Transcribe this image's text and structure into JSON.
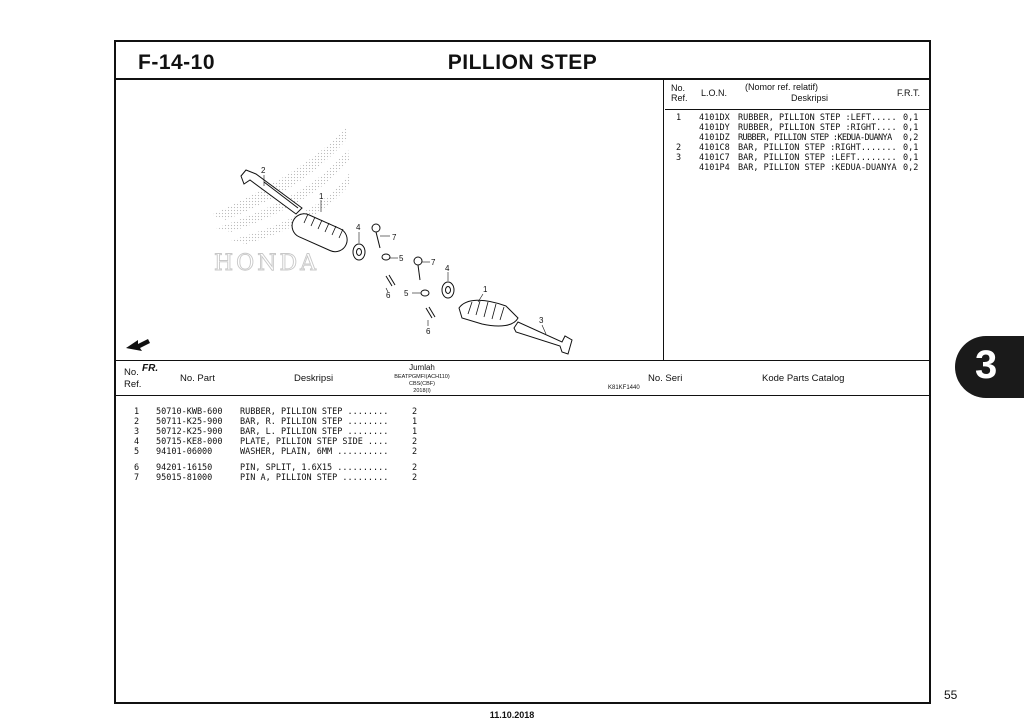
{
  "header": {
    "code": "F-14-10",
    "title": "PILLION STEP"
  },
  "diagram": {
    "brand_watermark": "HONDA",
    "fr_label": "FR.",
    "figure_ref": "K81KF1440",
    "callouts": [
      "2",
      "1",
      "4",
      "7",
      "5",
      "7",
      "4",
      "6",
      "5",
      "1",
      "6",
      "3"
    ]
  },
  "lon_table": {
    "headers": {
      "no": "No.",
      "ref": "Ref.",
      "lon": "L.O.N.",
      "nomor": "(Nomor ref. relatif)",
      "deskripsi": "Deskripsi",
      "frt": "F.R.T."
    },
    "rows": [
      {
        "ref": "1",
        "code": "4101DX",
        "desc": "RUBBER, PILLION STEP :LEFT.....",
        "frt": "0,1"
      },
      {
        "ref": "",
        "code": "4101DY",
        "desc": "RUBBER, PILLION STEP :RIGHT....",
        "frt": "0,1"
      },
      {
        "ref": "",
        "code": "4101DZ",
        "desc": "RUBBER, PILLION STEP :KEDUA-DUANYA",
        "frt": "0,2"
      },
      {
        "ref": "2",
        "code": "4101C8",
        "desc": "BAR, PILLION STEP :RIGHT.......",
        "frt": "0,1"
      },
      {
        "ref": "3",
        "code": "4101C7",
        "desc": "BAR, PILLION STEP :LEFT........",
        "frt": "0,1"
      },
      {
        "ref": "",
        "code": "4101P4",
        "desc": "BAR, PILLION STEP :KEDUA-DUANYA",
        "frt": "0,2"
      }
    ]
  },
  "parts_table": {
    "headers": {
      "no": "No.",
      "ref": "Ref.",
      "part": "No. Part",
      "desc": "Deskripsi",
      "jumlah": "Jumlah",
      "model_line1": "BEATPGMFI(ACH110)",
      "model_line2": "CBS(CBF)",
      "model_line3": "2018(I)",
      "seri": "No. Seri",
      "catalog": "Kode Parts Catalog"
    },
    "rows": [
      {
        "ref": "1",
        "part": "50710-KWB-600",
        "desc": "RUBBER, PILLION STEP ........",
        "qty": "2"
      },
      {
        "ref": "2",
        "part": "50711-K25-900",
        "desc": "BAR, R. PILLION STEP ........",
        "qty": "1"
      },
      {
        "ref": "3",
        "part": "50712-K25-900",
        "desc": "BAR, L. PILLION STEP ........",
        "qty": "1"
      },
      {
        "ref": "4",
        "part": "50715-KE8-000",
        "desc": "PLATE, PILLION STEP SIDE ....",
        "qty": "2"
      },
      {
        "ref": "5",
        "part": "94101-06000",
        "desc": "WASHER, PLAIN, 6MM ..........",
        "qty": "2"
      },
      {
        "ref": "6",
        "part": "94201-16150",
        "desc": "PIN, SPLIT, 1.6X15 ..........",
        "qty": "2"
      },
      {
        "ref": "7",
        "part": "95015-81000",
        "desc": "PIN A, PILLION STEP .........",
        "qty": "2"
      }
    ]
  },
  "section_tab": "3",
  "page_number": "55",
  "footer_date": "11.10.2018"
}
